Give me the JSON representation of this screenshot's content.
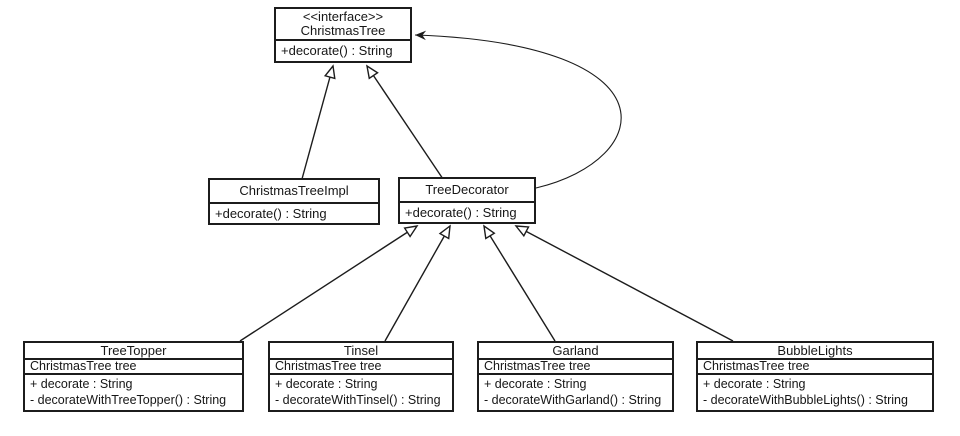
{
  "diagram": {
    "kind": "uml-class-diagram",
    "pattern": "Decorator pattern - ChristmasTree"
  },
  "colors": {
    "background": "#ffffff",
    "box_fill": "#ffffff",
    "stroke": "#1c1c1c",
    "text": "#161616"
  },
  "classes": [
    {
      "stereotype": "<<interface>>",
      "name": "ChristmasTree",
      "attributes": [],
      "methods": [
        "+decorate() : String"
      ]
    },
    {
      "name": "ChristmasTreeImpl",
      "attributes": [],
      "methods": [
        "+decorate() : String"
      ]
    },
    {
      "name": "TreeDecorator",
      "attributes": [],
      "methods": [
        "+decorate() : String"
      ]
    },
    {
      "name": "TreeTopper",
      "attributes": [
        "ChristmasTree tree"
      ],
      "methods": [
        "+ decorate : String",
        "- decorateWithTreeTopper() : String"
      ]
    },
    {
      "name": "Tinsel",
      "attributes": [
        "ChristmasTree tree"
      ],
      "methods": [
        "+ decorate : String",
        "- decorateWithTinsel() : String"
      ]
    },
    {
      "name": "Garland",
      "attributes": [
        "ChristmasTree tree"
      ],
      "methods": [
        "+ decorate : String",
        "- decorateWithGarland() : String"
      ]
    },
    {
      "name": "BubbleLights",
      "attributes": [
        "ChristmasTree tree"
      ],
      "methods": [
        "+ decorate : String",
        "- decorateWithBubbleLights() : String"
      ]
    }
  ],
  "relationships": [
    {
      "from": "ChristmasTreeImpl",
      "to": "ChristmasTree",
      "type": "generalization-hollow-triangle"
    },
    {
      "from": "TreeDecorator",
      "to": "ChristmasTree",
      "type": "generalization-hollow-triangle"
    },
    {
      "from": "TreeTopper",
      "to": "TreeDecorator",
      "type": "generalization-hollow-triangle"
    },
    {
      "from": "Tinsel",
      "to": "TreeDecorator",
      "type": "generalization-hollow-triangle"
    },
    {
      "from": "Garland",
      "to": "TreeDecorator",
      "type": "generalization-hollow-triangle"
    },
    {
      "from": "BubbleLights",
      "to": "TreeDecorator",
      "type": "generalization-hollow-triangle"
    },
    {
      "from": "TreeDecorator",
      "to": "ChristmasTree",
      "type": "directed-association-curved"
    }
  ]
}
